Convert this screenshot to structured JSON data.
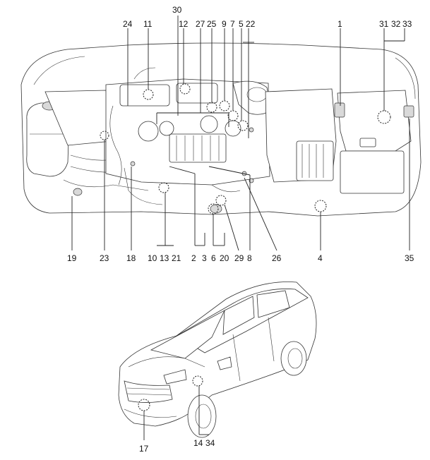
{
  "engine_callouts": [
    "24",
    "11",
    "30",
    "12",
    "27",
    "25",
    "9",
    "7",
    "5",
    "22",
    "1",
    "31",
    "32",
    "33",
    "19",
    "23",
    "18",
    "10",
    "13",
    "21",
    "2",
    "3",
    "6",
    "20",
    "29",
    "8",
    "26",
    "4",
    "35"
  ],
  "vehicle_callouts": [
    "17",
    "14",
    "34"
  ]
}
